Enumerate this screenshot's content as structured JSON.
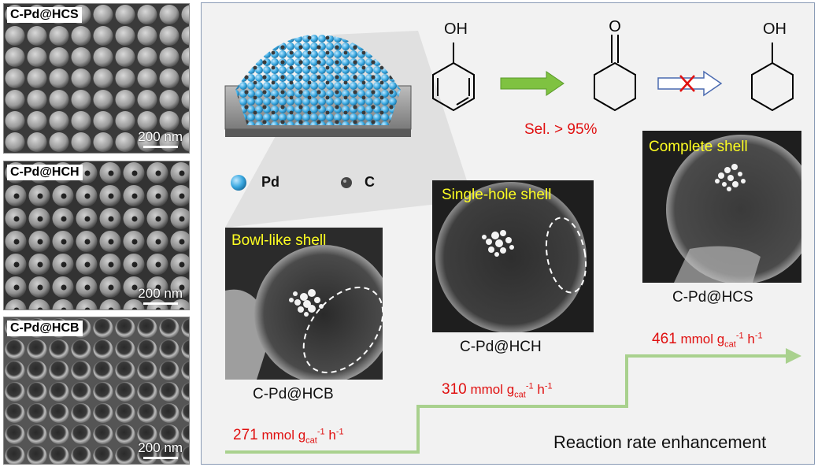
{
  "sem_panels": [
    {
      "label": "C-Pd@HCS",
      "scale": "200 nm"
    },
    {
      "label": "C-Pd@HCH",
      "scale": "200 nm"
    },
    {
      "label": "C-Pd@HCB",
      "scale": "200 nm"
    }
  ],
  "legend": {
    "pd": "Pd",
    "c": "C"
  },
  "reaction": {
    "reactant_oh": "OH",
    "product_oh": "OH",
    "selectivity": "Sel.  > 95%"
  },
  "tem_panels": [
    {
      "title": "Bowl-like shell",
      "caption": "C-Pd@HCB"
    },
    {
      "title": "Single-hole shell",
      "caption": "C-Pd@HCH"
    },
    {
      "title": "Complete shell",
      "caption": "C-Pd@HCS"
    }
  ],
  "rates": [
    {
      "value": "271",
      "unit": "mmol g",
      "sub": "cat",
      "sup": "-1",
      "tail": " h",
      "tail_sup": "-1"
    },
    {
      "value": "310",
      "unit": "mmol g",
      "sub": "cat",
      "sup": "-1",
      "tail": " h",
      "tail_sup": "-1"
    },
    {
      "value": "461",
      "unit": "mmol g",
      "sub": "cat",
      "sup": "-1",
      "tail": " h",
      "tail_sup": "-1"
    }
  ],
  "rate_title": "Reaction rate enhancement",
  "colors": {
    "pd": "#3aa8e0",
    "c": "#444444",
    "arrow_green": "#7fc241",
    "rate_red": "#e01010",
    "shell_title": "#ffff22"
  }
}
